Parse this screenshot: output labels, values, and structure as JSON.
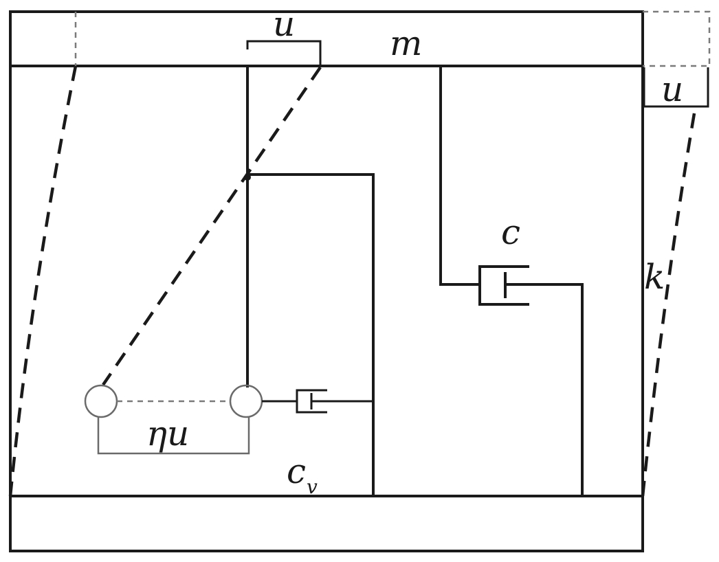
{
  "labels": {
    "mass": "m",
    "top_displacement": "u",
    "side_displacement": "u",
    "stiffness": "k",
    "damper": "c",
    "amplified_displacement": "ηu",
    "inerter_damper_base": "c",
    "inerter_damper_sub": "v"
  },
  "colors": {
    "line": "#1a1a1a",
    "secondary": "#6a6a6a",
    "background": "#ffffff"
  }
}
